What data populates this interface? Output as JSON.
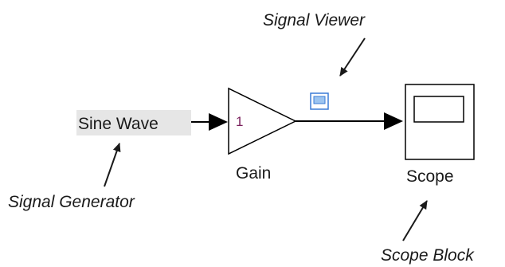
{
  "diagram": {
    "blocks": {
      "source": {
        "label": "Sine Wave"
      },
      "gain": {
        "value": "1",
        "label": "Gain"
      },
      "scope": {
        "label": "Scope"
      }
    },
    "annotations": {
      "signal_viewer": "Signal Viewer",
      "signal_generator": "Signal Generator",
      "scope_block": "Scope Block"
    },
    "colors": {
      "source_background": "#e6e6e6",
      "viewer_icon": "#3a7bd5",
      "gain_value": "#7a1f5c",
      "lines": "#000000"
    }
  }
}
